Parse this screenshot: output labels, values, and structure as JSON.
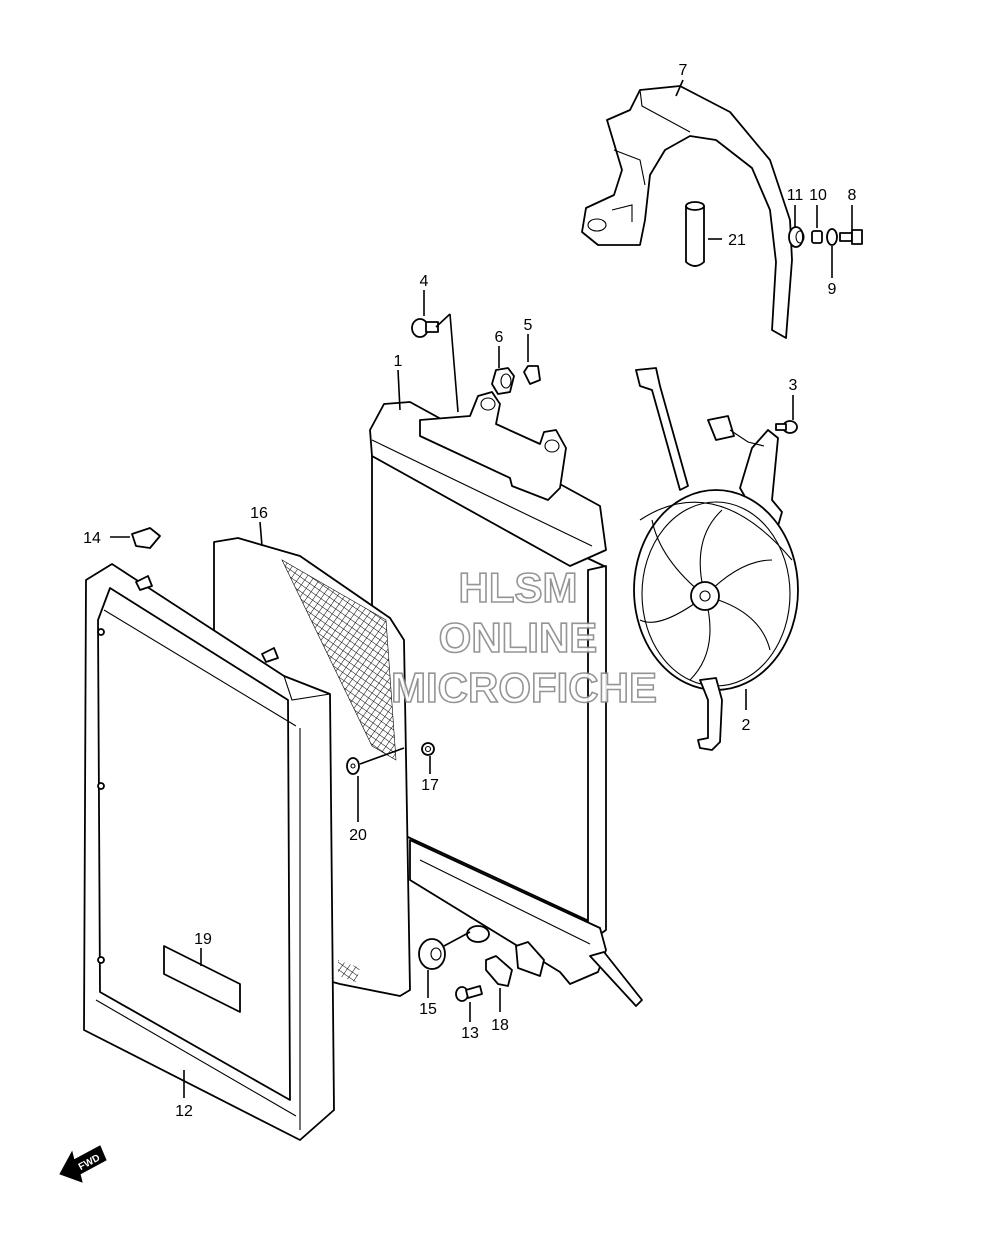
{
  "callouts": {
    "p1": "1",
    "p2": "2",
    "p3": "3",
    "p4": "4",
    "p5": "5",
    "p6": "6",
    "p7": "7",
    "p8": "8",
    "p9": "9",
    "p10": "10",
    "p11": "11",
    "p12": "12",
    "p13": "13",
    "p14": "14",
    "p15": "15",
    "p16": "16",
    "p17": "17",
    "p18": "18",
    "p19": "19",
    "p20": "20",
    "p21": "21"
  },
  "watermark": {
    "line1": "HLSM",
    "line2": "ONLINE",
    "line3": "MICROFICHE"
  },
  "direction_arrow": {
    "label": "FWD",
    "icon": "fwd-arrow-icon"
  }
}
